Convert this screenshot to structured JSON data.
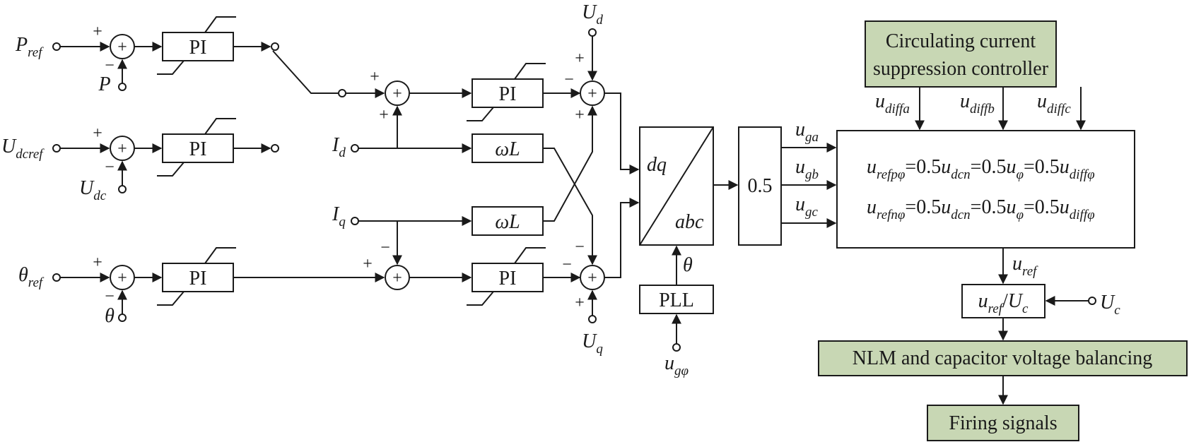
{
  "inputs": {
    "p_ref": "P",
    "p_ref_sub": "ref",
    "p": "P",
    "udc_ref": "U",
    "udc_ref_sub": "dcref",
    "udc": "U",
    "udc_sub": "dc",
    "theta_ref": "θ",
    "theta_ref_sub": "ref",
    "theta": "θ",
    "id": "I",
    "id_sub": "d",
    "iq": "I",
    "iq_sub": "q",
    "ud": "U",
    "ud_sub": "d",
    "uq": "U",
    "uq_sub": "q",
    "ug_phi": "u",
    "ug_phi_sub": "gφ",
    "uc": "U",
    "uc_sub": "c"
  },
  "blocks": {
    "pi": "PI",
    "omega_l": "ωL",
    "dq": "dq",
    "abc": "abc",
    "pll": "PLL",
    "half": "0.5",
    "pll_out": "θ",
    "ccsc_line1": "Circulating current",
    "ccsc_line2": "suppression controller",
    "ratio_num": "u",
    "ratio_num_sub": "ref",
    "ratio_mid": "/",
    "ratio_den": "U",
    "ratio_den_sub": "c",
    "nlm": "NLM and capacitor voltage balancing",
    "firing": "Firing signals"
  },
  "signals": {
    "u": "u",
    "uga_sub": "ga",
    "ugb_sub": "gb",
    "ugc_sub": "gc",
    "udiffa_sub": "diffa",
    "udiffb_sub": "diffb",
    "udiffc_sub": "diffc",
    "uref_sub": "ref"
  },
  "equations": {
    "eq1": [
      {
        "t": "u",
        "it": true
      },
      {
        "t": "refpφ",
        "sub": true
      },
      {
        "t": "=0.5"
      },
      {
        "t": "u",
        "it": true
      },
      {
        "t": "dcn",
        "sub": true
      },
      {
        "t": "=0.5"
      },
      {
        "t": "u",
        "it": true
      },
      {
        "t": "φ",
        "sub": true
      },
      {
        "t": "=0.5"
      },
      {
        "t": "u",
        "it": true
      },
      {
        "t": "diffφ",
        "sub": true
      }
    ],
    "eq2": [
      {
        "t": "u",
        "it": true
      },
      {
        "t": "refnφ",
        "sub": true
      },
      {
        "t": "=0.5"
      },
      {
        "t": "u",
        "it": true
      },
      {
        "t": "dcn",
        "sub": true
      },
      {
        "t": "=0.5"
      },
      {
        "t": "u",
        "it": true
      },
      {
        "t": "φ",
        "sub": true
      },
      {
        "t": "=0.5"
      },
      {
        "t": "u",
        "it": true
      },
      {
        "t": "diffφ",
        "sub": true
      }
    ]
  },
  "signs": {
    "plus": "+",
    "minus": "−"
  },
  "colors": {
    "line": "#1a1a1a",
    "green_fill": "#c8d7b4"
  }
}
